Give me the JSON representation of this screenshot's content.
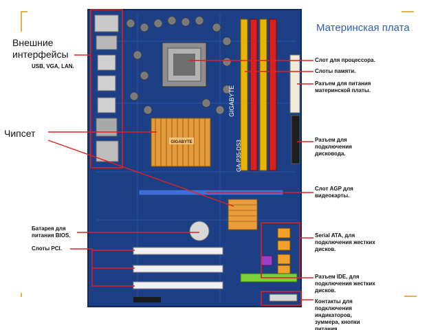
{
  "title": "Материнская плата",
  "captions": {
    "external_interfaces": "Внешние интерфейсы",
    "external_interfaces_sub": "USB, VGA, LAN.",
    "chipset": "Чипсет"
  },
  "left_labels": {
    "battery": "Батарея для питания BIOS.",
    "pci": "Слоты PCI."
  },
  "right_labels": {
    "cpu_slot": "Слот для процессора.",
    "memory_slots": "Слоты памяти.",
    "power_connector": "Разъем для питания материнской платы.",
    "floppy_connector": "Разъем для подключения дисковода.",
    "agp_slot": "Слот AGP для видеокарты.",
    "sata": "Serial ATA, для подключения жестких дисков.",
    "ide": "Разъем IDE, для подключения жестких дисков.",
    "front_panel": "Контакты для подключения индикаторов, зуммера, кнопки питания"
  },
  "board_text": {
    "brand": "GIGABYTE",
    "model": "GA-P35-DS3",
    "chip_brand": "GIGABYTE"
  },
  "colors": {
    "title": "#2f5fa8",
    "accent": "#e2b24a",
    "pointer": "#e02020",
    "board": "#1d3f86"
  }
}
